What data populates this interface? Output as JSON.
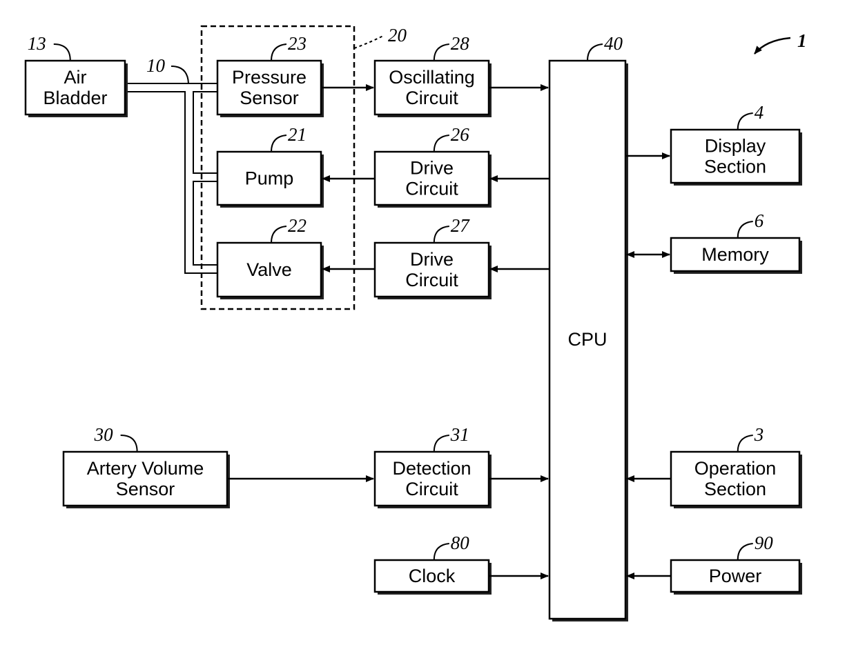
{
  "figure_ref": "1",
  "group": {
    "ref": "20",
    "name": "pressure-group"
  },
  "blocks": {
    "air_bladder": {
      "ref": "13",
      "lines": [
        "Air",
        "Bladder"
      ]
    },
    "pressure_sensor": {
      "ref": "23",
      "lines": [
        "Pressure",
        "Sensor"
      ]
    },
    "pump": {
      "ref": "21",
      "lines": [
        "Pump"
      ]
    },
    "valve": {
      "ref": "22",
      "lines": [
        "Valve"
      ]
    },
    "oscillating_circuit": {
      "ref": "28",
      "lines": [
        "Oscillating",
        "Circuit"
      ]
    },
    "drive_circuit_pump": {
      "ref": "26",
      "lines": [
        "Drive",
        "Circuit"
      ]
    },
    "drive_circuit_valve": {
      "ref": "27",
      "lines": [
        "Drive",
        "Circuit"
      ]
    },
    "cpu": {
      "ref": "40",
      "lines": [
        "CPU"
      ]
    },
    "display_section": {
      "ref": "4",
      "lines": [
        "Display",
        "Section"
      ]
    },
    "memory": {
      "ref": "6",
      "lines": [
        "Memory"
      ]
    },
    "artery_volume_sensor": {
      "ref": "30",
      "lines": [
        "Artery Volume",
        "Sensor"
      ]
    },
    "detection_circuit": {
      "ref": "31",
      "lines": [
        "Detection",
        "Circuit"
      ]
    },
    "operation_section": {
      "ref": "3",
      "lines": [
        "Operation",
        "Section"
      ]
    },
    "clock": {
      "ref": "80",
      "lines": [
        "Clock"
      ]
    },
    "power": {
      "ref": "90",
      "lines": [
        "Power"
      ]
    }
  },
  "tube_ref": "10"
}
